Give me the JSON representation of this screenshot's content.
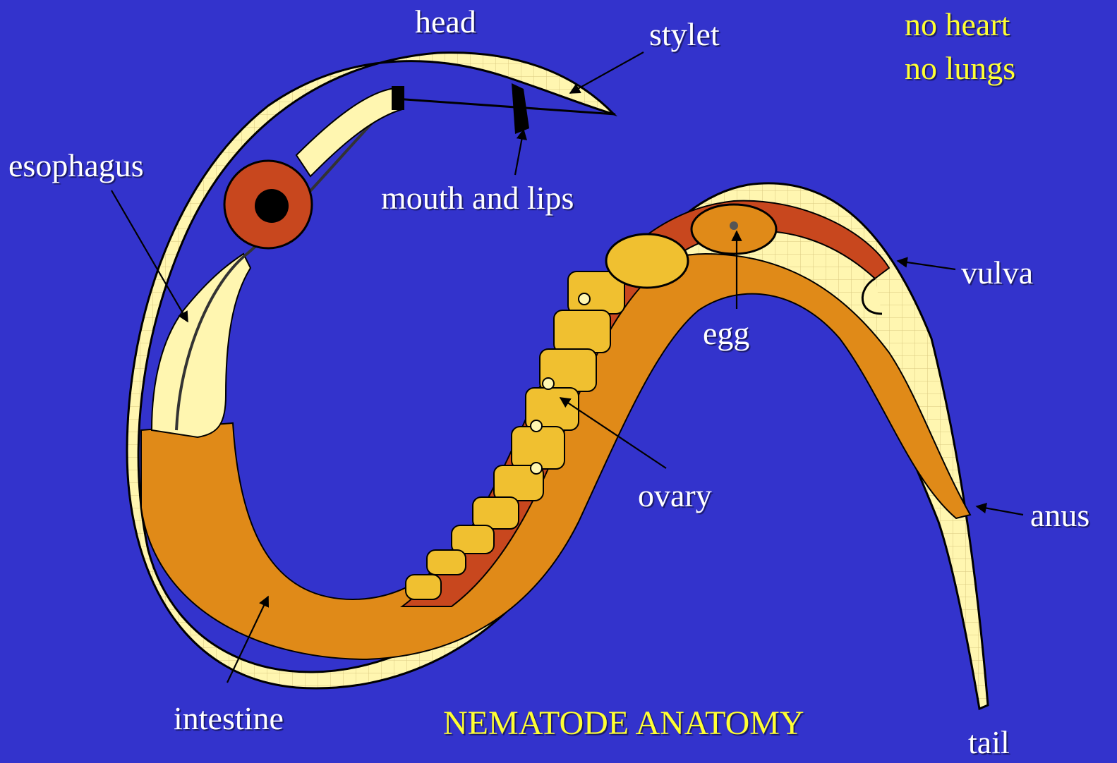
{
  "labels": {
    "head": "head",
    "stylet": "stylet",
    "no_heart": "no heart",
    "no_lungs": "no lungs",
    "esophagus": "esophagus",
    "mouth_and_lips": "mouth and lips",
    "vulva": "vulva",
    "egg": "egg",
    "ovary": "ovary",
    "anus": "anus",
    "intestine": "intestine",
    "tail": "tail"
  },
  "title": "NEMATODE ANATOMY",
  "colors": {
    "background": "#3333cc",
    "label_text": "#ffffff",
    "highlight_text": "#ffff33",
    "body_wall": "#fff6b0",
    "intestine": "#e08a18",
    "red_tissue": "#c8471e",
    "ovary_cells": "#f0c030"
  }
}
